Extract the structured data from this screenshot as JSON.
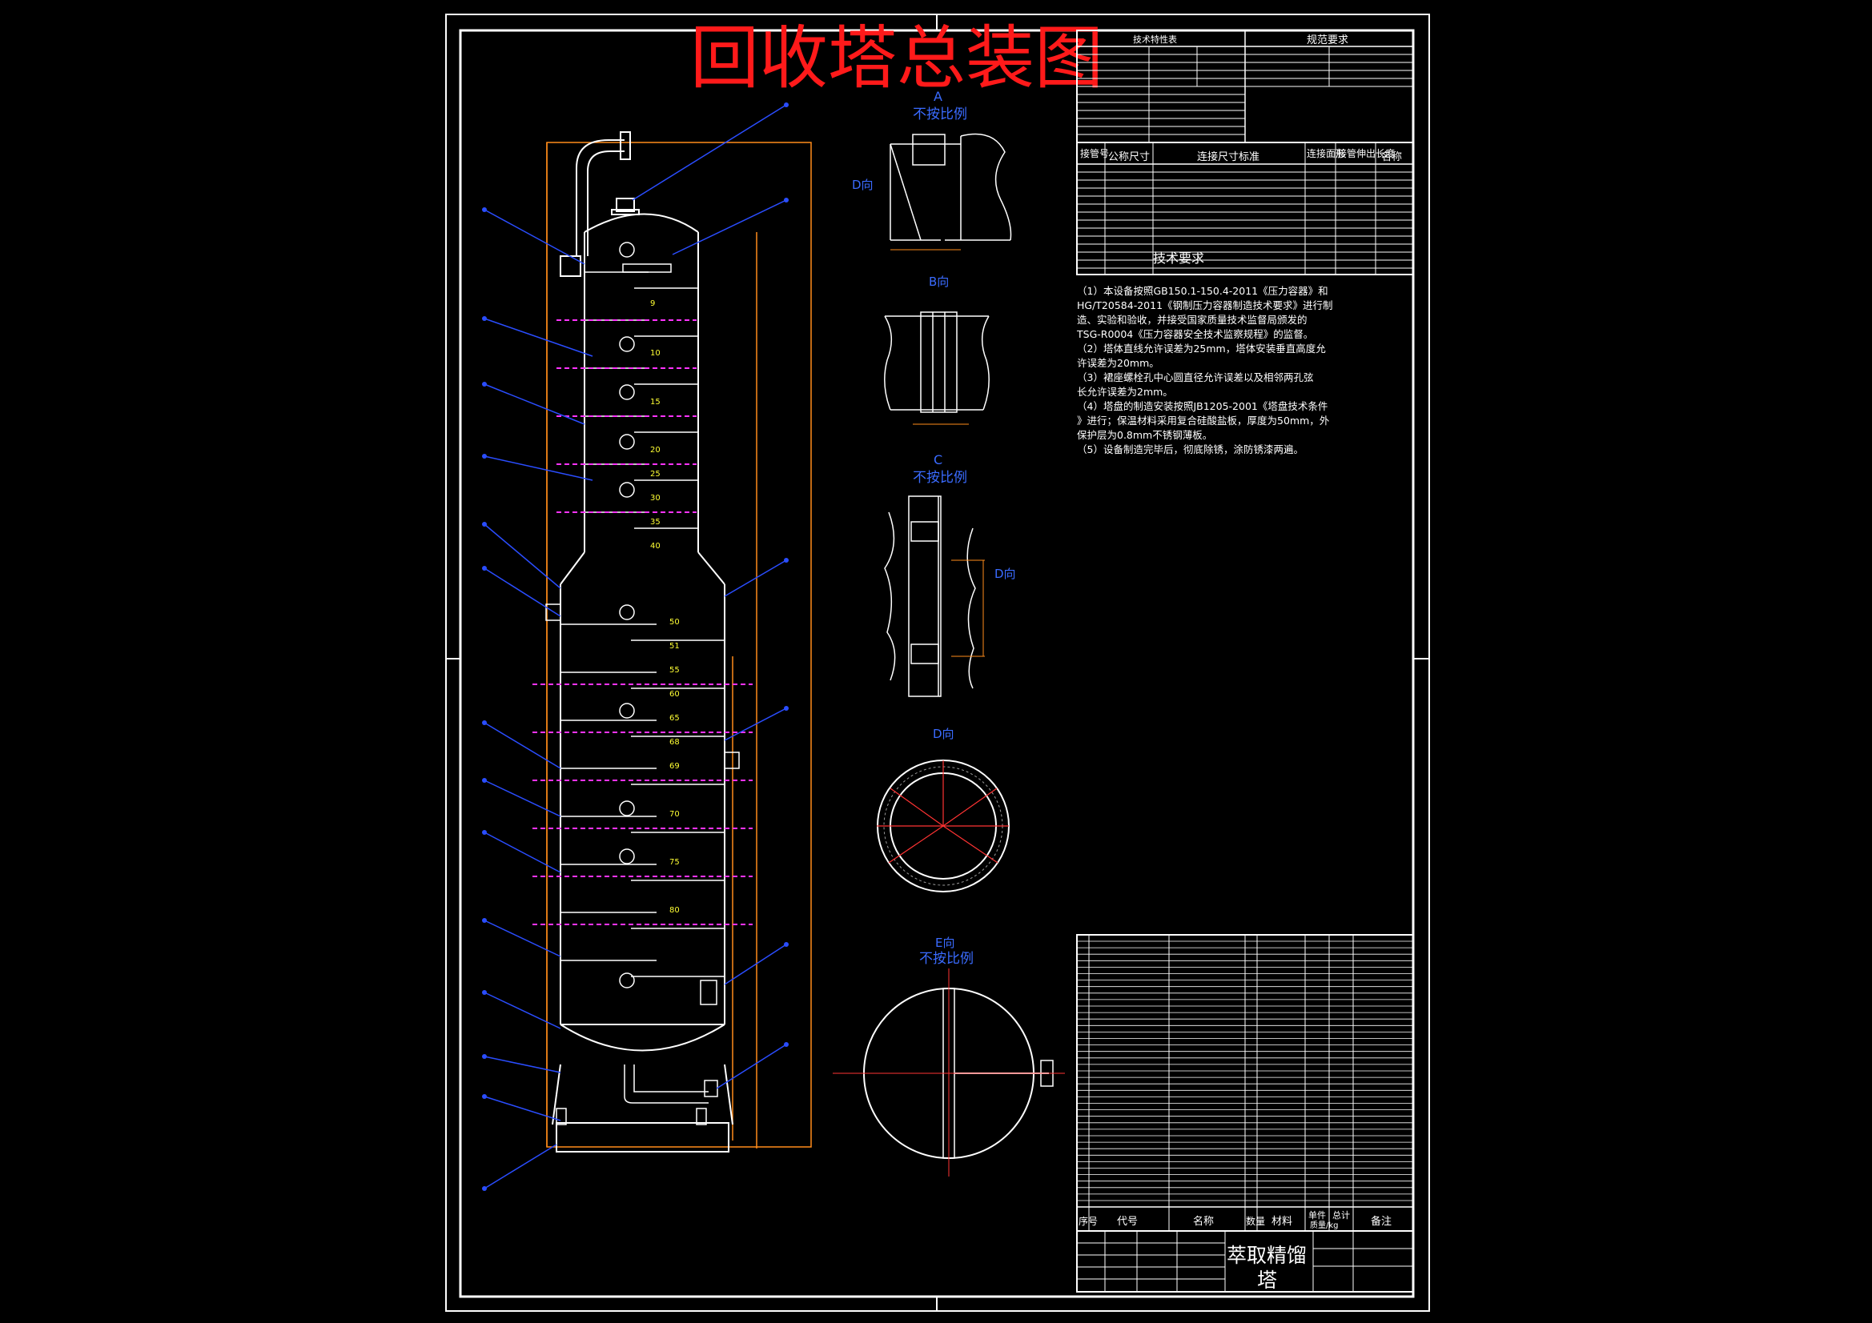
{
  "title": "回收塔总装图",
  "views": {
    "a_label": "A",
    "a_note": "不按比例",
    "a_dir": "D向",
    "b_label": "B向",
    "c_label": "C",
    "c_note": "不按比例",
    "c_dir": "D向",
    "d_label": "D向",
    "e_label": "E向",
    "e_note": "不按比例"
  },
  "spec_table": {
    "left_title": "技术特性表",
    "right_title": "规范要求"
  },
  "nozzle_table": {
    "headers": [
      "接管号",
      "公称尺寸",
      "连接尺寸标准",
      "连接面形",
      "接管伸出长度",
      "名称"
    ],
    "overlay": "技术要求"
  },
  "tech_notes": [
    "（1）本设备按照GB150.1-150.4-2011《压力容器》和",
    "HG/T20584-2011《钢制压力容器制造技术要求》进行制",
    "造、实验和验收，并接受国家质量技术监督局颁发的",
    "TSG-R0004《压力容器安全技术监察规程》的监督。",
    "（2）塔体直线允许误差为25mm，塔体安装垂直高度允",
    "许误差为20mm。",
    "（3）裙座螺栓孔中心圆直径允许误差以及相邻两孔弦",
    "长允许误差为2mm。",
    "（4）塔盘的制造安装按照JB1205-2001《塔盘技术条件",
    "》进行；保温材料采用复合硅酸盐板，厚度为50mm，外",
    "保护层为0.8mm不锈钢薄板。",
    "（5）设备制造完毕后，彻底除锈，涂防锈漆两遍。"
  ],
  "parts_table": {
    "headers": [
      "序号",
      "代号",
      "名称",
      "数量",
      "材料",
      "单件",
      "总计",
      "备注"
    ],
    "weight_header": "质量/kg"
  },
  "title_block": {
    "name_line1": "萃取精馏",
    "name_line2": "塔"
  },
  "tray_labels": [
    "9",
    "10",
    "15",
    "20",
    "25",
    "30",
    "35",
    "40",
    "50",
    "51",
    "55",
    "60",
    "65",
    "68",
    "69",
    "70",
    "75",
    "80"
  ]
}
